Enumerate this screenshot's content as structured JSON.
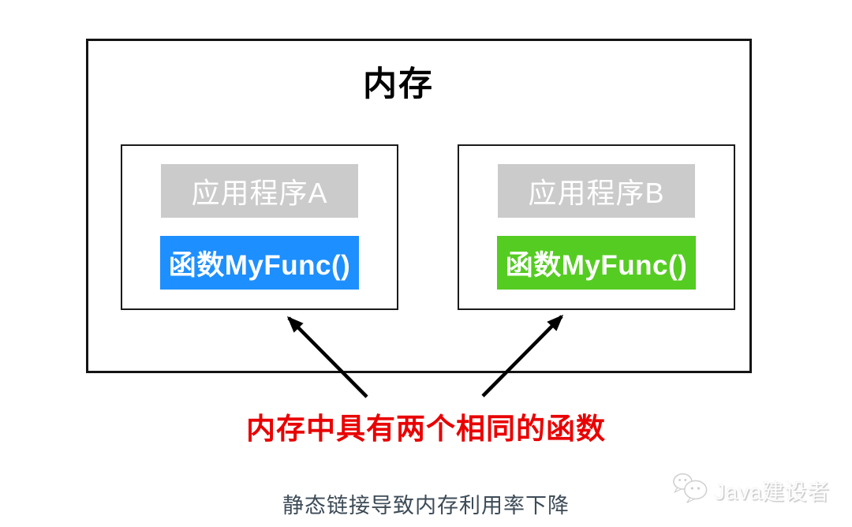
{
  "memory": {
    "title": "内存",
    "apps": [
      {
        "name": "应用程序A",
        "func_label": "函数MyFunc()",
        "func_bg": "#1E8FFF"
      },
      {
        "name": "应用程序B",
        "func_label": "函数MyFunc()",
        "func_bg": "#55CC22"
      }
    ],
    "app_label_bg": "#CBCBCB"
  },
  "annotation": {
    "text": "内存中具有两个相同的函数",
    "color": "#E90000"
  },
  "caption": {
    "text": "静态链接导致内存利用率下降",
    "color": "#3D4B57"
  },
  "watermark": {
    "text": "Java建设者",
    "icon": "wechat-bubbles-icon"
  },
  "colors": {
    "arrow": "#000000",
    "box_border": "#141414"
  }
}
